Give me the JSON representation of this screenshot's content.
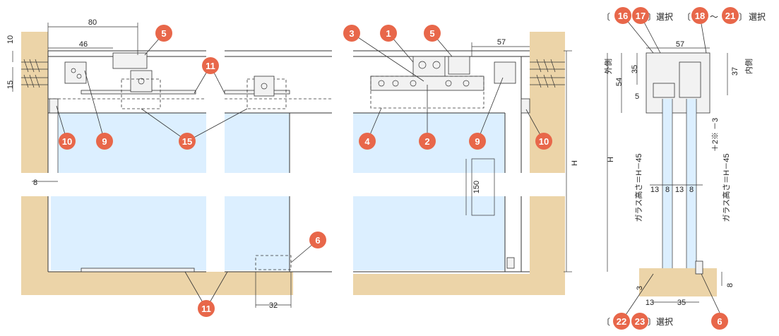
{
  "badge_color": "#e8674a",
  "wall_color": "#ecd4a8",
  "glass_color": "#dcefff",
  "badges": {
    "b1": "1",
    "b2": "2",
    "b3": "3",
    "b4": "4",
    "b5a": "5",
    "b5b": "5",
    "b6a": "6",
    "b6b": "6",
    "b9a": "9",
    "b9b": "9",
    "b10a": "10",
    "b10b": "10",
    "b11a": "11",
    "b11b": "11",
    "b15": "15",
    "b16": "16",
    "b17": "17",
    "b18": "18",
    "b21": "21",
    "b22": "22",
    "b23": "23"
  },
  "selection": {
    "bracket_open": "〔",
    "bracket_close": "〕",
    "select_label": "選択",
    "range_sep": "～"
  },
  "dims": {
    "d80": "80",
    "d46": "46",
    "d10": "10",
    "d15": "15",
    "d8a": "8",
    "d57a": "57",
    "dH1": "H",
    "d150": "150",
    "d32": "32",
    "d57b": "57",
    "d54": "54",
    "d35a": "35",
    "d37": "37",
    "d5": "5",
    "dH2": "H",
    "d13a": "13",
    "d8b": "8",
    "d13b": "13",
    "d8c": "8",
    "d3": "3",
    "d13c": "13",
    "d35b": "35",
    "d8d": "8",
    "tol": "＋2※\n－3",
    "glass_h_left": "ガラス高さ＝H－45",
    "glass_h_right": "ガラス高さ＝H－45",
    "outer_side": "外側",
    "inner_side": "内側"
  }
}
